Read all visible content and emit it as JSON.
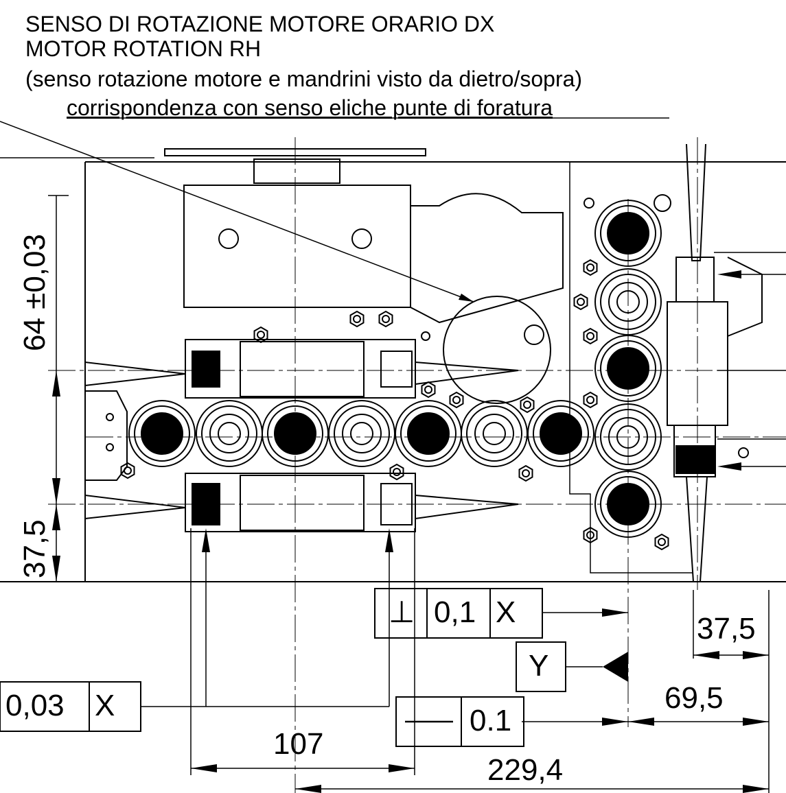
{
  "title": {
    "line1": "SENSO DI ROTAZIONE MOTORE ORARIO DX",
    "line2": "MOTOR ROTATION RH",
    "line3": "(senso rotazione motore e mandrini visto da dietro/sopra)",
    "line4": "corrispondenza con senso eliche punte di foratura"
  },
  "dimensions": {
    "vertical_tol": "64 ±0,03",
    "vertical_low": "37,5",
    "right_small": "37,5",
    "d_69": "69,5",
    "d_107": "107",
    "d_229": "229,4"
  },
  "tolerance_frames": {
    "perp_symbol": "⊥",
    "perp_value": "0,1",
    "perp_datum": "X",
    "datum_y": "Y",
    "left_value": "0,03",
    "left_datum": "X",
    "straight_value": "0.1"
  }
}
